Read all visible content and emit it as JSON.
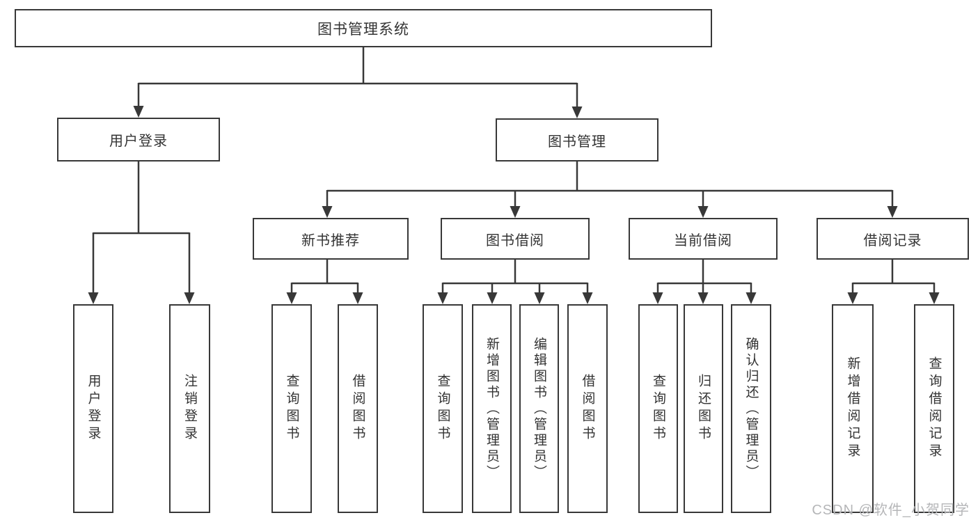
{
  "title": "图书管理系统",
  "nodes": {
    "root": "图书管理系统",
    "level2": {
      "user_login": "用户登录",
      "book_management": "图书管理"
    },
    "level3": {
      "new_book_recommend": "新书推荐",
      "book_borrow": "图书借阅",
      "current_borrow": "当前借阅",
      "borrow_records": "借阅记录"
    },
    "leaves": {
      "user_login": "用户登录",
      "logout": "注销登录",
      "recommend_query_books": "查询图书",
      "recommend_borrow_books": "借阅图书",
      "borrow_query_books": "查询图书",
      "borrow_add_books": "新增图书（管理员）",
      "borrow_edit_books": "编辑图书（管理员）",
      "borrow_borrow_books": "借阅图书",
      "current_query_books": "查询图书",
      "current_return_books": "归还图书",
      "current_confirm_return": "确认归还（管理员）",
      "records_add": "新增借阅记录",
      "records_query": "查询借阅记录"
    }
  },
  "watermark": "CSDN @软件_小贺同学",
  "colors": {
    "line": "#383838",
    "border": "#383838",
    "text": "#333333",
    "watermark": "#b5b6b8",
    "background": "#ffffff"
  }
}
